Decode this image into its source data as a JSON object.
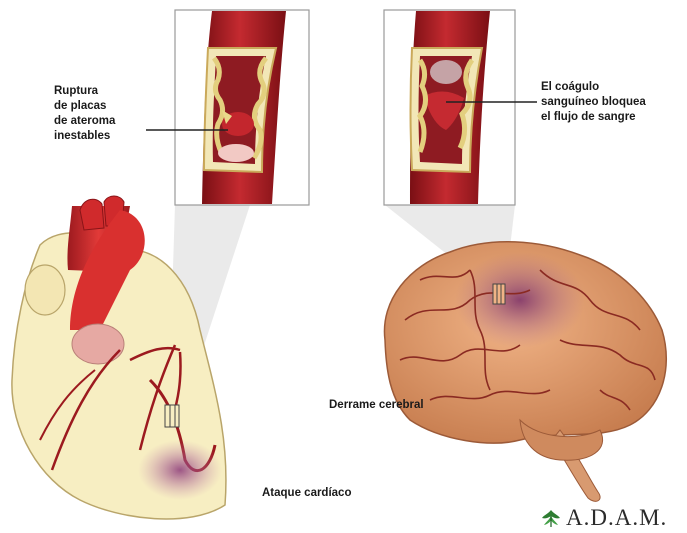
{
  "labels": {
    "rupture": [
      "Ruptura",
      "de placas",
      "de ateroma",
      "inestables"
    ],
    "clot": [
      "El coágulo",
      "sanguíneo bloquea",
      "el flujo de sangre"
    ],
    "stroke": "Derrame cerebral",
    "heart_attack": "Ataque cardíaco"
  },
  "logo": {
    "text": "A.D.A.M.",
    "icon": "adam-leaf-logo"
  },
  "colors": {
    "artery_red": "#b3202a",
    "plaque_yellow": "#e9d88a",
    "heart_cream": "#f7eec2",
    "brain_tan": "#d99a6c",
    "infarct_purple": "#8a3a78"
  }
}
